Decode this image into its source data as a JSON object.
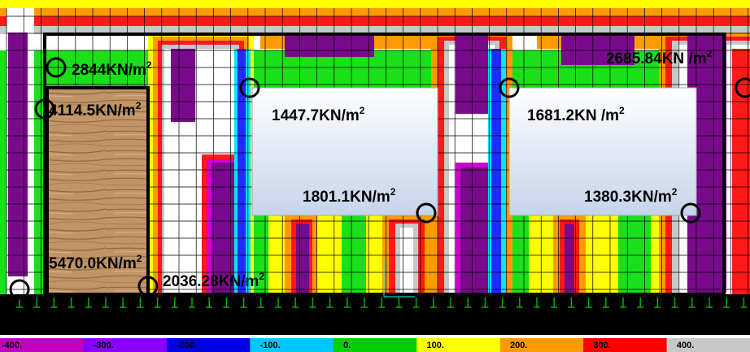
{
  "stress_labels": [
    {
      "id": "s1",
      "value": "2844",
      "unit": "KN/m",
      "sup": "2"
    },
    {
      "id": "s2",
      "value": "4114.5",
      "unit": "KN/m",
      "sup": "2"
    },
    {
      "id": "s3",
      "value": "1447.7",
      "unit": "KN/m",
      "sup": "2"
    },
    {
      "id": "s4",
      "value": "1801.1",
      "unit": "KN/m",
      "sup": "2"
    },
    {
      "id": "s5",
      "value": "1681.2",
      "unit": "KN /m",
      "sup": "2"
    },
    {
      "id": "s6",
      "value": "1380.3",
      "unit": "KN/m",
      "sup": "2"
    },
    {
      "id": "s7",
      "value": "2685.84",
      "unit": "KN /m",
      "sup": "2"
    },
    {
      "id": "s8",
      "value": "5470.0",
      "unit": "KN/m",
      "sup": "2"
    },
    {
      "id": "s9",
      "value": "2036.28",
      "unit": "KN/m",
      "sup": "2"
    }
  ],
  "legend": [
    {
      "label": "-400.",
      "color": "#c000c0"
    },
    {
      "label": "-300.",
      "color": "#8a00ff"
    },
    {
      "label": "-200.",
      "color": "#0000e0"
    },
    {
      "label": "-100.",
      "color": "#00c8ff"
    },
    {
      "label": "0.",
      "color": "#00d000"
    },
    {
      "label": "100.",
      "color": "#ffff00"
    },
    {
      "label": "200.",
      "color": "#ff9900"
    },
    {
      "label": "300.",
      "color": "#ff0000"
    },
    {
      "label": "400.",
      "color": "#c8c8c8"
    }
  ],
  "contour_colors": {
    "purple": "#7a0a8c",
    "magenta": "#d000d0",
    "blue": "#1e2cff",
    "cyan": "#00e6ff",
    "green": "#19e019",
    "yellow": "#ffff00",
    "orange": "#ff9a00",
    "red": "#ff1a1a",
    "gray": "#c8c8c8",
    "white": "#ffffff"
  },
  "icons": [
    "support-marker-icon",
    "axis-gizmo-icon",
    "wood-texture"
  ]
}
